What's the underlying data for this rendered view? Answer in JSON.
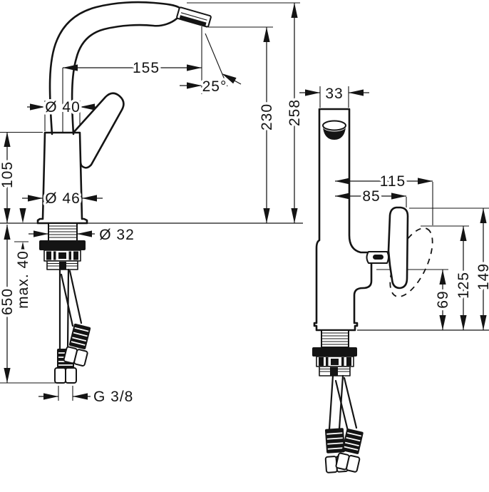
{
  "drawing_colors": {
    "ink": "#141414",
    "paper": "#ffffff"
  },
  "front_view": {
    "spout_reach": "155",
    "spray_angle": "25°",
    "top_diameter": "Ø 40",
    "body_diameter": "Ø 46",
    "shank_diameter": "Ø 32",
    "deck_to_spout_base_height": "105",
    "hose_length": "650",
    "max_deck_thickness": "max. 40",
    "supply_thread": "G 3/8",
    "outlet_height": "230",
    "overall_height": "258"
  },
  "side_view": {
    "body_depth": "33",
    "handle_max_projection": "115",
    "handle_front_projection": "85",
    "handle_top_height": "149",
    "handle_raised_tip_height": "125",
    "spout_pivot_height": "69"
  }
}
